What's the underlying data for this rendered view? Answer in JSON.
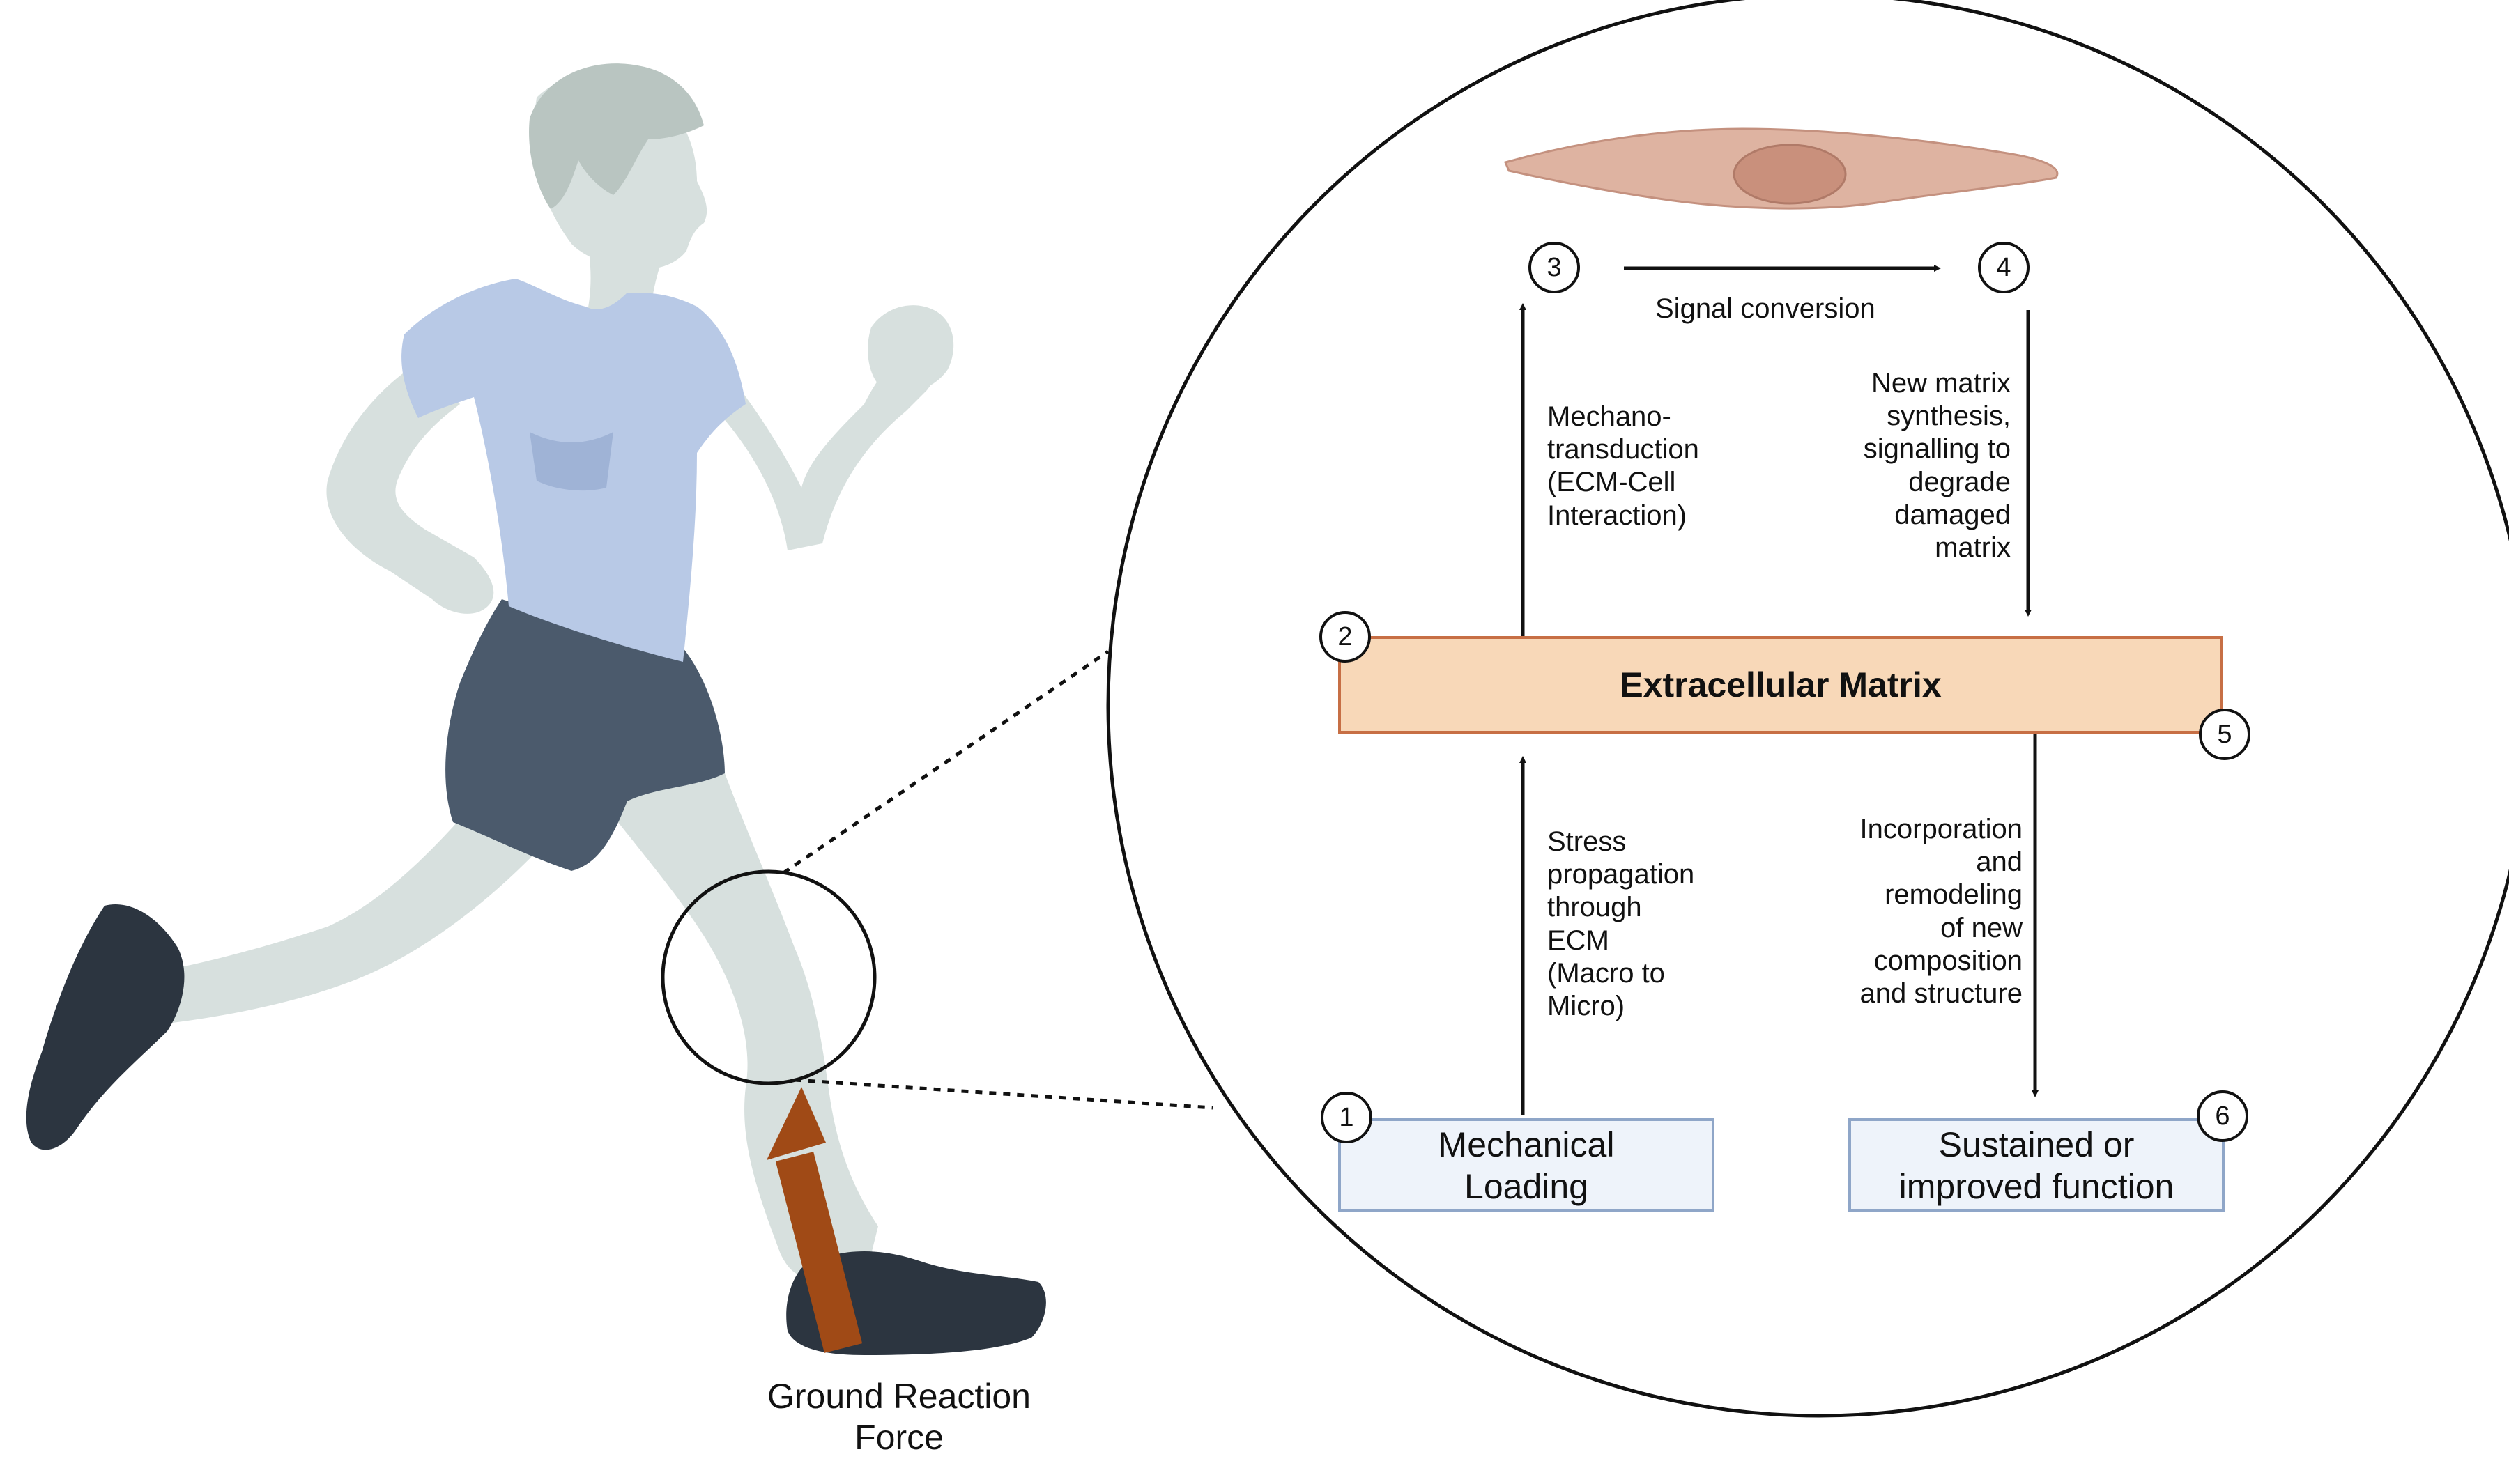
{
  "colors": {
    "skin": "#d7e0de",
    "hair": "#b9c5c1",
    "shirt": "#b8c9e6",
    "shirt_shade": "#9fb3d6",
    "shorts": "#4b5a6c",
    "shoes": "#2c3540",
    "force_arrow": "#a04a16",
    "ecm_fill": "#f8d8b8",
    "ecm_border": "#c76f45",
    "box_fill": "#eef3fa",
    "box_border": "#8fa6c8",
    "cell_fill": "#deb3a1",
    "nucleus_fill": "#c9907c",
    "line": "#111111"
  },
  "runner": {
    "force_label": "Ground Reaction\nForce"
  },
  "diagram": {
    "ecm_label": "Extracellular Matrix",
    "mechanical_loading": "Mechanical\nLoading",
    "sustained_function": "Sustained or\nimproved function",
    "signal_conversion": "Signal conversion",
    "mechanotransduction": "Mechano-\ntransduction\n(ECM-Cell\nInteraction)",
    "new_matrix": "New matrix\nsynthesis,\nsignalling to\ndegrade\ndamaged\nmatrix",
    "stress_propagation": "Stress\npropagation\nthrough\nECM\n(Macro to\nMicro)",
    "incorporation": "Incorporation\nand\nremodeling\nof new\ncomposition\nand structure",
    "steps": [
      "1",
      "2",
      "3",
      "4",
      "5",
      "6"
    ]
  }
}
